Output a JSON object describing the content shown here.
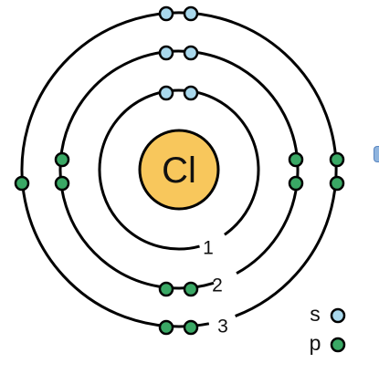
{
  "atom": {
    "symbol": "Cl",
    "nucleus_color": "#f8c75c"
  },
  "shells": [
    {
      "label": "1",
      "electrons": [
        {
          "subshell": "s"
        },
        {
          "subshell": "s"
        }
      ]
    },
    {
      "label": "2",
      "electrons": [
        {
          "subshell": "s"
        },
        {
          "subshell": "s"
        },
        {
          "subshell": "p"
        },
        {
          "subshell": "p"
        },
        {
          "subshell": "p"
        },
        {
          "subshell": "p"
        },
        {
          "subshell": "p"
        },
        {
          "subshell": "p"
        }
      ]
    },
    {
      "label": "3",
      "electrons": [
        {
          "subshell": "s"
        },
        {
          "subshell": "s"
        },
        {
          "subshell": "p"
        },
        {
          "subshell": "p"
        },
        {
          "subshell": "p"
        },
        {
          "subshell": "p"
        },
        {
          "subshell": "p"
        }
      ]
    }
  ],
  "legend": [
    {
      "label": "s",
      "color": "#a9d8ec"
    },
    {
      "label": "p",
      "color": "#3aa865"
    }
  ]
}
